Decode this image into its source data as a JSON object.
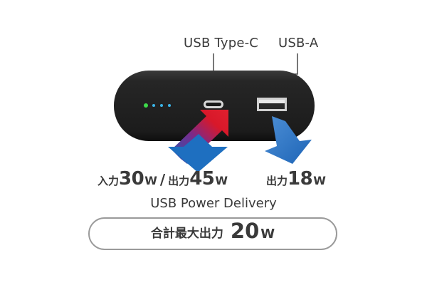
{
  "ports": {
    "usb_c_label": "USB Type-C",
    "usb_a_label": "USB-A"
  },
  "specs": {
    "input_label": "入力",
    "input_value": "30",
    "input_unit": "W",
    "separator": "/",
    "output_c_label": "出力",
    "output_c_value": "45",
    "output_c_unit": "W",
    "output_a_label": "出力",
    "output_a_value": "18",
    "output_a_unit": "W"
  },
  "standard": "USB Power Delivery",
  "total": {
    "label": "合計最大出力",
    "value": "20",
    "unit": "W"
  },
  "colors": {
    "body": "#232323",
    "led_green": "#3ddc4a",
    "led_blue": "#3ab4e8",
    "arrow_blue": "#1e6fc0",
    "arrow_red": "#d8182a",
    "text": "#3a3a3a",
    "pill_border": "#9a9a9a"
  },
  "icons": [
    "usb-c-port-icon",
    "usb-a-port-icon",
    "led-indicator-icon",
    "arrow-in-icon",
    "arrow-out-icon"
  ]
}
